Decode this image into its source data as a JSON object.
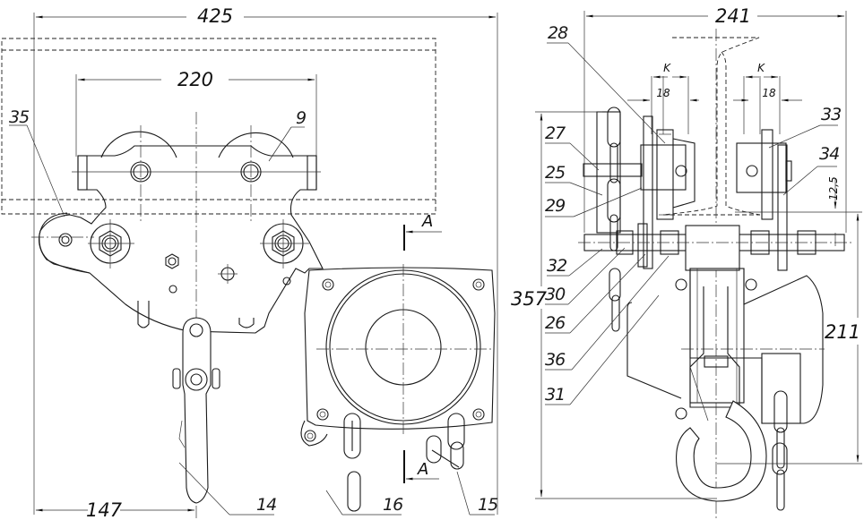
{
  "title": "Chain hoist with push trolley — assembly drawing",
  "front_view": {
    "dimensions": {
      "overall_width": "425",
      "wheel_span": "220",
      "hand_chain_offset": "147"
    },
    "section_marker": "A",
    "callouts": [
      "35",
      "9",
      "14",
      "16",
      "15"
    ]
  },
  "side_view": {
    "dimensions": {
      "overall_width": "241",
      "overall_height": "357",
      "hook_height": "211",
      "clearance": "12,5",
      "k_left": "K",
      "k_right": "K",
      "flange_left": "18",
      "flange_right": "18"
    },
    "callouts_left": [
      "28",
      "27",
      "25",
      "29",
      "32",
      "30",
      "26",
      "36",
      "31"
    ],
    "callouts_right": [
      "33",
      "34"
    ]
  }
}
